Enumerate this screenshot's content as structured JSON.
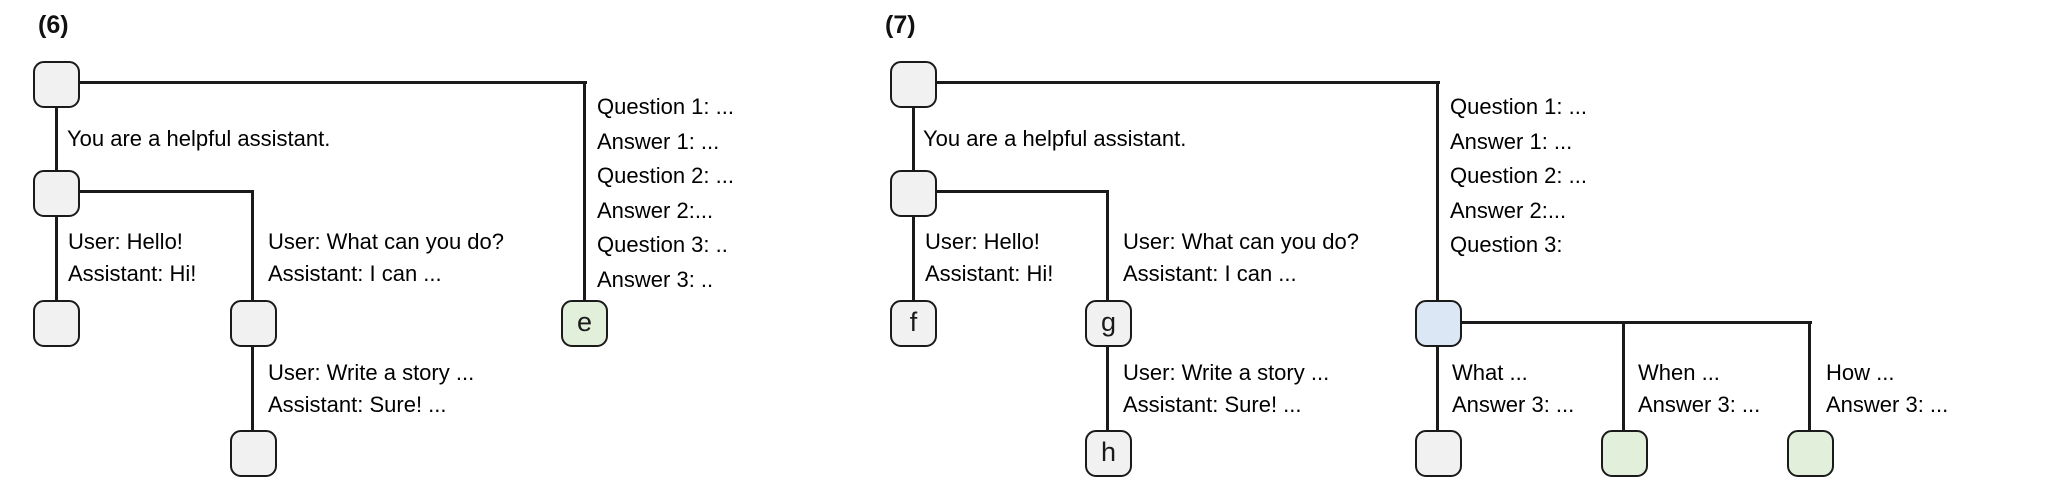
{
  "colors": {
    "node_gray": "#f1f1f1",
    "node_green": "#e2efda",
    "node_blue": "#dbe7f4",
    "line": "#1a1a1a",
    "background": "#ffffff"
  },
  "panel6": {
    "label": "(6)",
    "edge_system": "You are a helpful assistant.",
    "edge_hello_1": "User: Hello!",
    "edge_hello_2": "Assistant: Hi!",
    "edge_what_1": "User: What can you do?",
    "edge_what_2": "Assistant: I can ...",
    "edge_story_1": "User: Write a story ...",
    "edge_story_2": "Assistant: Sure! ...",
    "qa_lines": [
      "Question 1: ...",
      "Answer 1: ...",
      "Question 2: ...",
      "Answer 2:...",
      "Question 3: ..",
      "Answer 3: .."
    ],
    "node_e_label": "e"
  },
  "panel7": {
    "label": "(7)",
    "edge_system": "You are a helpful assistant.",
    "edge_hello_1": "User: Hello!",
    "edge_hello_2": "Assistant: Hi!",
    "edge_what_1": "User: What can you do?",
    "edge_what_2": "Assistant: I can ...",
    "edge_story_1": "User: Write a story ...",
    "edge_story_2": "Assistant: Sure! ...",
    "qa_lines": [
      "Question 1: ...",
      "Answer 1: ...",
      "Question 2: ...",
      "Answer 2:...",
      "Question 3:"
    ],
    "node_f_label": "f",
    "node_g_label": "g",
    "node_h_label": "h",
    "fanout": [
      {
        "line1": "What ...",
        "line2": "Answer 3: ..."
      },
      {
        "line1": "When ...",
        "line2": "Answer 3: ..."
      },
      {
        "line1": "How ...",
        "line2": "Answer 3: ..."
      }
    ]
  }
}
